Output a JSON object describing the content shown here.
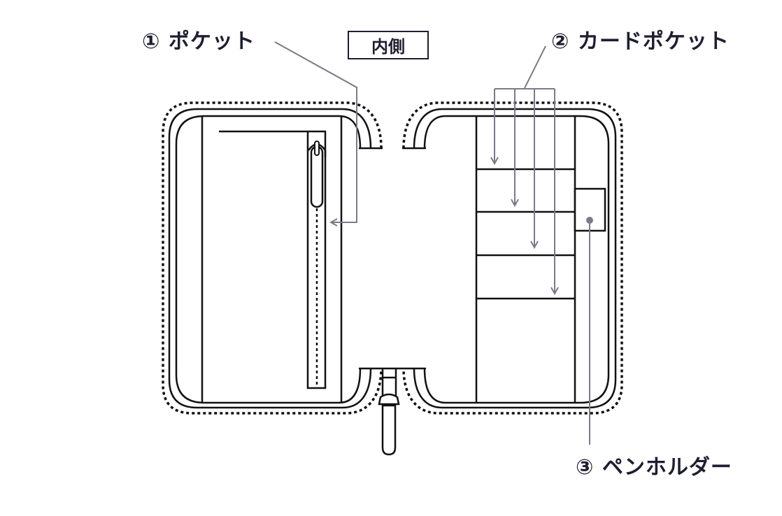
{
  "labels": {
    "pocket": "① ポケット",
    "inside": "内側",
    "card_pocket": "② カードポケット",
    "pen_holder": "③ ペンホルダー"
  },
  "colors": {
    "line": "#111111",
    "leader": "#7a7a88",
    "text": "#1e1e30"
  }
}
